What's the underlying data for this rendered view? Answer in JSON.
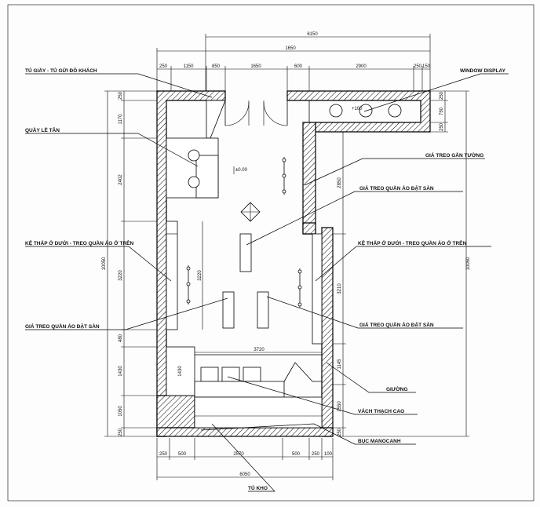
{
  "labels": {
    "shoe_cabinet": "TỦ GIẦY - TỦ GỬI ĐỒ KHÁCH",
    "reception": "QUẦY LỄ TÂN",
    "low_shelf_left": "KỆ THẤP Ở DƯỚI - TREO QUẦN ÁO Ở TRÊN",
    "rack_left": "GIÁ TREO QUẦN ÁO ĐẶT SÀN",
    "window_display": "WINDOW DISPLAY",
    "wall_rack": "GIÁ TREO GẮN TƯỜNG",
    "floor_rack_center": "GIÁ TREO QUẦN ÁO ĐẶT SÀN",
    "low_shelf_right": "KỆ THẤP Ở DƯỚI - TREO QUẦN ÁO Ở TRÊN",
    "floor_rack_right": "GIÁ TREO QUẦN ÁO ĐẶT SÀN",
    "shoes": "GIƯỜNG",
    "gypsum_wall": "VÁCH THẠCH CAO",
    "mirror": "BỤC MANOCANH",
    "storage": "TỦ KHO"
  },
  "dims_top_total": "6150",
  "dims_top_sub": "1650",
  "dims_top": [
    "250",
    "1150",
    "850",
    "1650",
    "600",
    "2900",
    "250",
    "150"
  ],
  "dims_bottom_total": "6050",
  "dims_bottom": [
    "250",
    "500",
    "2570",
    "500",
    "250",
    "100"
  ],
  "dims_left": [
    "250",
    "1170",
    "2402",
    "3220",
    "480",
    "1430",
    "1050",
    "250"
  ],
  "dims_left_total": "10050",
  "dims_right_total": "10050",
  "dims_right": [
    "250",
    "750",
    "250",
    "2850",
    "3210",
    "1145",
    "1550",
    "250"
  ],
  "level_mark": "±0.00",
  "level_mark_2": "+100",
  "inner_dims": {
    "d3220": "3220",
    "d3720": "3720",
    "d1430": "1430",
    "d2850": "2850",
    "d3220b": "3220"
  }
}
